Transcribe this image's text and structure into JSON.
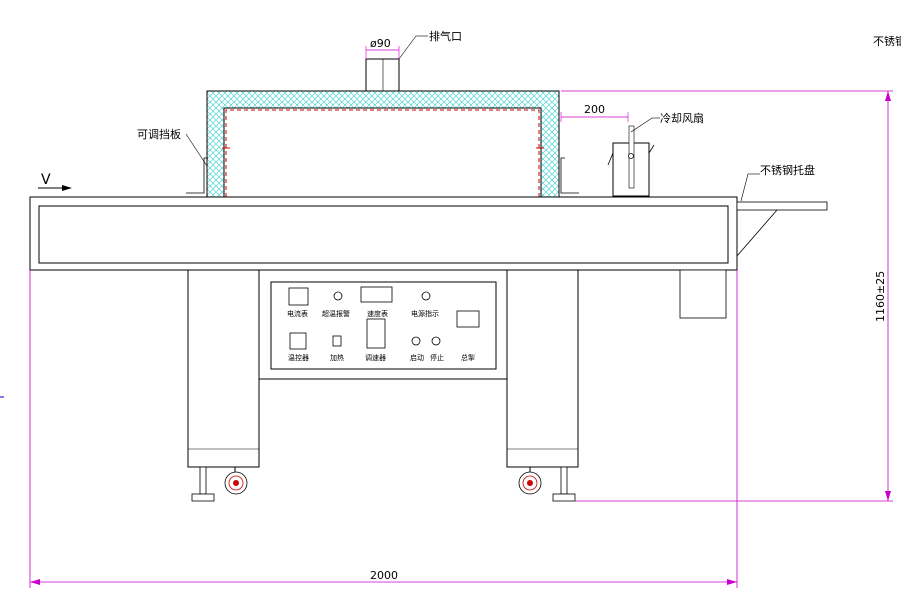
{
  "labels": {
    "exhaust_dia": "ø90",
    "exhaust_port": "排气口",
    "cooling_fan": "冷却风扇",
    "fan_gap": "200",
    "adjustable_baffle": "可调挡板",
    "steel_tray": "不锈钢托盘",
    "corner_text": "不锈钢",
    "direction": "V",
    "overall_length": "2000",
    "overall_height": "1160±25"
  },
  "panel": {
    "ammeter": "电流表",
    "overtemp_alarm": "超温报警",
    "speedometer": "速度表",
    "power_indicator": "电源指示",
    "thermostat": "温控器",
    "heating": "加热",
    "speed_controller": "调速器",
    "start": "启动",
    "stop": "停止",
    "main_switch": "总掣"
  },
  "colors": {
    "line": "#000000",
    "dimension": "#cc00cc",
    "heater_dash": "#cc0000",
    "insulation_hatch": "#33cccc"
  }
}
